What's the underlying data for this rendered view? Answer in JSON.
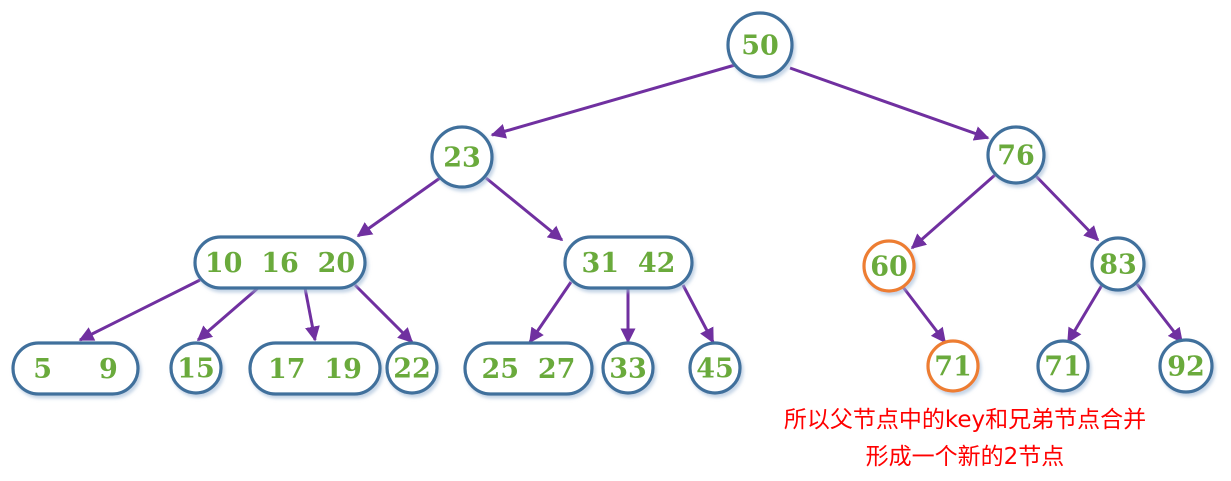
{
  "colors": {
    "node_border": "#3f6f9c",
    "highlight_border": "#ed7d31",
    "key_text": "#6aaa3c",
    "edge": "#7030a0",
    "note_text": "#ff0000"
  },
  "nodes": [
    {
      "id": "n50",
      "label": "50",
      "shape": "circle"
    },
    {
      "id": "n23",
      "label": "23",
      "shape": "circle"
    },
    {
      "id": "n76",
      "label": "76",
      "shape": "circle"
    },
    {
      "id": "n101620",
      "label": "10  16  20",
      "shape": "pill"
    },
    {
      "id": "n3142",
      "label": "31  42",
      "shape": "pill"
    },
    {
      "id": "n60",
      "label": "60",
      "shape": "circle",
      "highlight": true
    },
    {
      "id": "n83",
      "label": "83",
      "shape": "circle"
    },
    {
      "id": "n59",
      "label": "5     9",
      "shape": "pill"
    },
    {
      "id": "n15",
      "label": "15",
      "shape": "circle"
    },
    {
      "id": "n1719",
      "label": "17  19",
      "shape": "pill"
    },
    {
      "id": "n22",
      "label": "22",
      "shape": "circle"
    },
    {
      "id": "n2527",
      "label": "25  27",
      "shape": "pill"
    },
    {
      "id": "n33",
      "label": "33",
      "shape": "circle"
    },
    {
      "id": "n45",
      "label": "45",
      "shape": "circle"
    },
    {
      "id": "n71a",
      "label": "71",
      "shape": "circle",
      "highlight": true
    },
    {
      "id": "n71b",
      "label": "71",
      "shape": "circle"
    },
    {
      "id": "n92",
      "label": "92",
      "shape": "circle"
    }
  ],
  "edges": [
    [
      "n50",
      "n23"
    ],
    [
      "n50",
      "n76"
    ],
    [
      "n23",
      "n101620"
    ],
    [
      "n23",
      "n3142"
    ],
    [
      "n76",
      "n60"
    ],
    [
      "n76",
      "n83"
    ],
    [
      "n101620",
      "n59"
    ],
    [
      "n101620",
      "n15"
    ],
    [
      "n101620",
      "n1719"
    ],
    [
      "n101620",
      "n22"
    ],
    [
      "n3142",
      "n2527"
    ],
    [
      "n3142",
      "n33"
    ],
    [
      "n3142",
      "n45"
    ],
    [
      "n60",
      "n71a"
    ],
    [
      "n83",
      "n71b"
    ],
    [
      "n83",
      "n92"
    ]
  ],
  "note": {
    "line1": "所以父节点中的key和兄弟节点合并",
    "line2": "形成一个新的2节点"
  }
}
